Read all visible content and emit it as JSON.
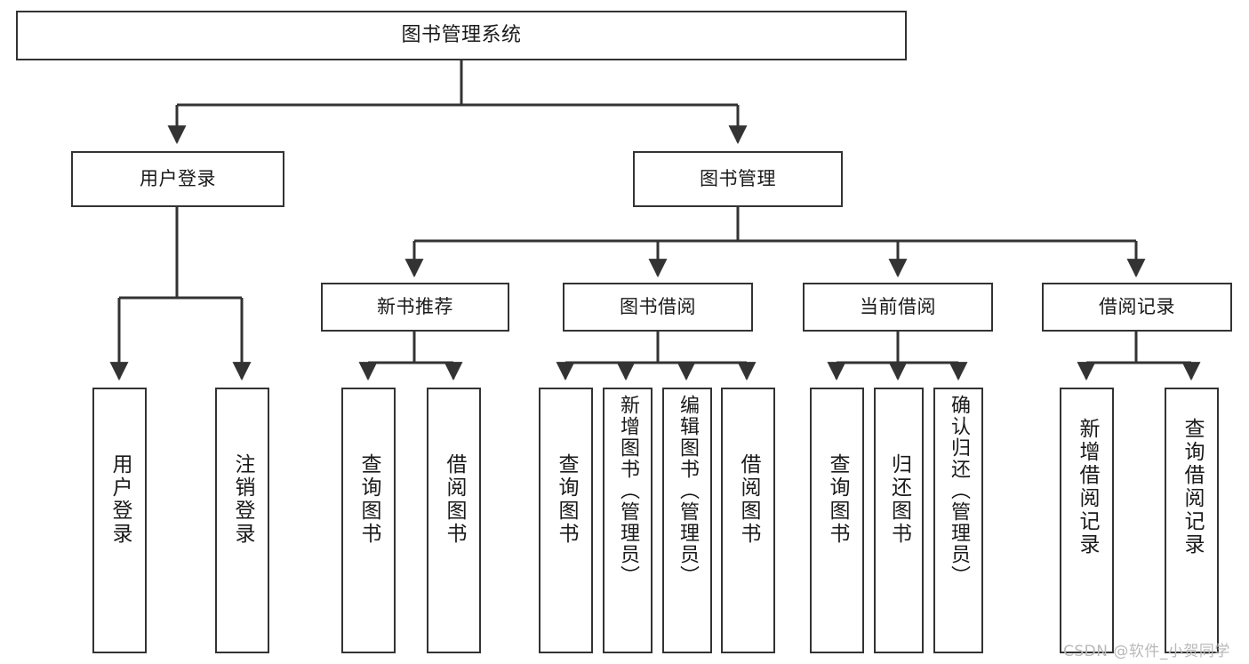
{
  "diagram": {
    "type": "tree-hierarchy",
    "title": "图书管理系统",
    "orientation": "top-down",
    "colors": {
      "box_border": "#333333",
      "box_fill": "#ffffff",
      "connector": "#333333",
      "text": "#1a1a1a",
      "watermark": "#b9b9b9",
      "background": "#ffffff"
    },
    "nodes": {
      "root": {
        "label": "图书管理系统"
      },
      "level2": [
        {
          "id": "user-login",
          "label": "用户登录"
        },
        {
          "id": "book-management",
          "label": "图书管理"
        }
      ],
      "level3": [
        {
          "id": "new-book-recommend",
          "label": "新书推荐"
        },
        {
          "id": "book-borrow",
          "label": "图书借阅"
        },
        {
          "id": "current-borrow",
          "label": "当前借阅"
        },
        {
          "id": "borrow-record",
          "label": "借阅记录"
        }
      ],
      "leaves": {
        "user_login": [
          {
            "id": "leaf-user-login",
            "label": "用户登录"
          },
          {
            "id": "leaf-user-logout",
            "label": "注销登录"
          }
        ],
        "new_book_recommend": [
          {
            "id": "leaf-query-book-1",
            "label": "查询图书"
          },
          {
            "id": "leaf-borrow-book-1",
            "label": "借阅图书"
          }
        ],
        "book_borrow": [
          {
            "id": "leaf-query-book-2",
            "label": "查询图书"
          },
          {
            "id": "leaf-add-book",
            "label": "新增图书（管理员）"
          },
          {
            "id": "leaf-edit-book",
            "label": "编辑图书（管理员）"
          },
          {
            "id": "leaf-borrow-book-2",
            "label": "借阅图书"
          }
        ],
        "current_borrow": [
          {
            "id": "leaf-query-book-3",
            "label": "查询图书"
          },
          {
            "id": "leaf-return-book",
            "label": "归还图书"
          },
          {
            "id": "leaf-confirm-return",
            "label": "确认归还（管理员）"
          }
        ],
        "borrow_record": [
          {
            "id": "leaf-add-borrow-record",
            "label": "新增借阅记录"
          },
          {
            "id": "leaf-query-borrow-record",
            "label": "查询借阅记录"
          }
        ]
      }
    },
    "watermark": "CSDN @软件_小贺同学"
  }
}
